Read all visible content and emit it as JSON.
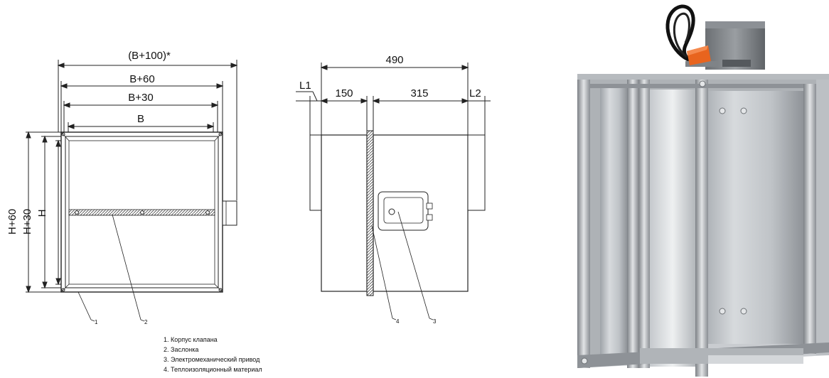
{
  "front_view": {
    "dims": {
      "total_width": "(B+100)*",
      "flange_outer_width": "B+60",
      "flange_inner_width": "B+30",
      "width": "B",
      "outer_height": "H+60",
      "inner_height": "H+30",
      "height": "H"
    },
    "callouts": [
      "1",
      "2"
    ]
  },
  "side_view": {
    "dims": {
      "total_length": "490",
      "l1": "L1",
      "l2": "L2",
      "front_section": "150",
      "rear_section": "315"
    },
    "callouts": [
      "4",
      "3"
    ]
  },
  "legend": [
    "1. Корпус клапана",
    "2. Заслонка",
    "3. Электромеханический привод",
    "4. Теплоизоляционный материал"
  ],
  "colors": {
    "line": "#222222",
    "metal_light": "#d9dcdf",
    "metal_mid": "#a9adb2",
    "metal_dark": "#6f7377",
    "actuator_orange": "#e8641e",
    "cable": "#111111"
  }
}
